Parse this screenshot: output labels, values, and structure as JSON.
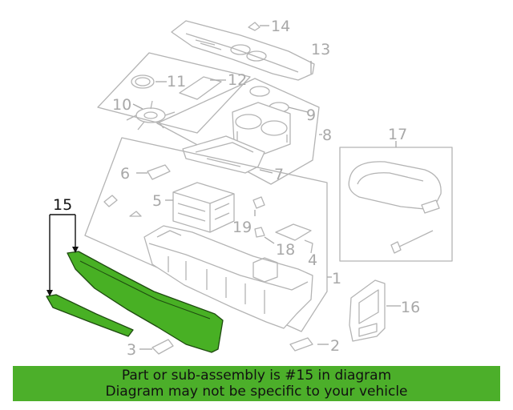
{
  "diagram": {
    "callouts": {
      "c1": "1",
      "c2": "2",
      "c3": "3",
      "c4": "4",
      "c5": "5",
      "c6": "6",
      "c7": "7",
      "c8": "8",
      "c9": "9",
      "c10": "10",
      "c11": "11",
      "c12": "12",
      "c13": "13",
      "c14": "14",
      "c15": "15",
      "c16": "16",
      "c17": "17",
      "c18": "18",
      "c19": "19"
    },
    "highlighted_part": "15",
    "colors": {
      "highlight": "#48b024",
      "banner": "#4caf2a",
      "line_art": "#b4b4b4"
    }
  },
  "banner": {
    "line1": "Part or sub-assembly is #15 in diagram",
    "line2": "Diagram may not be specific to your vehicle"
  }
}
